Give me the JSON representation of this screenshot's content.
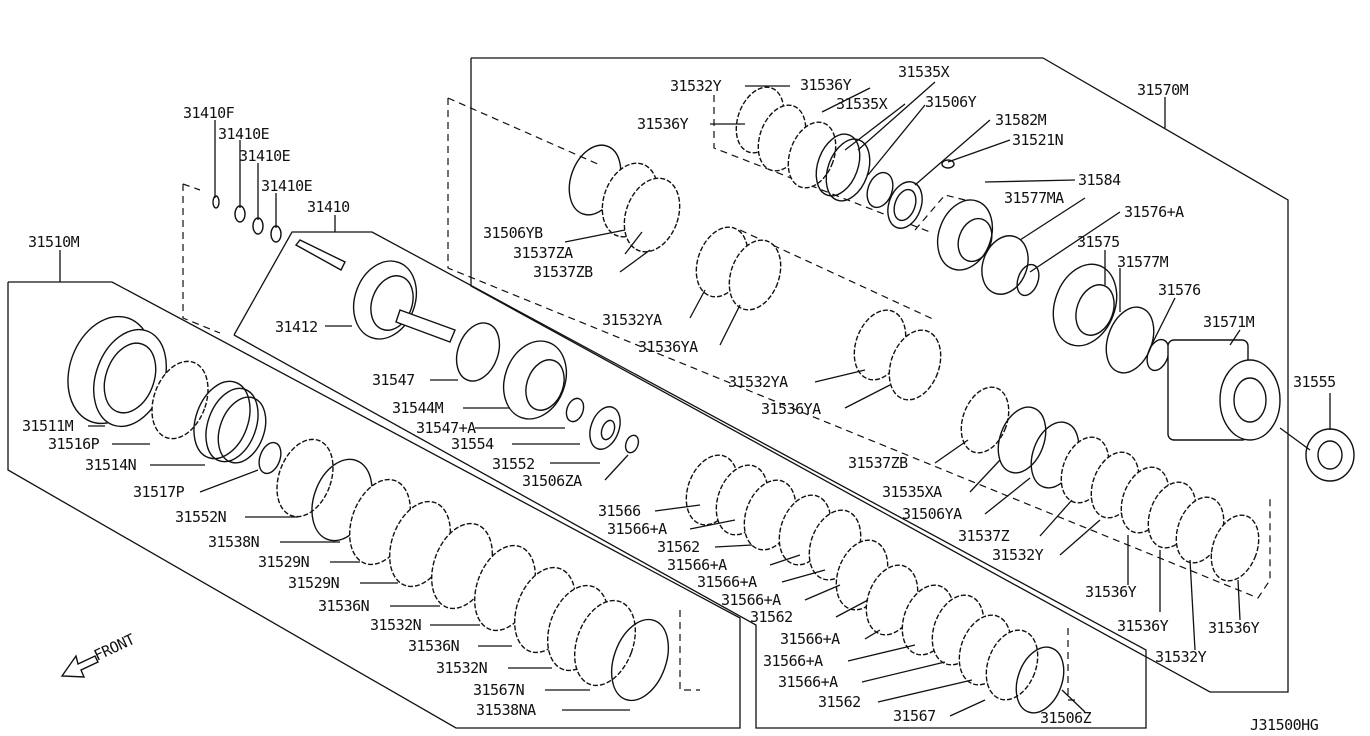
{
  "diagram": {
    "code": "J31500HG",
    "front_label": "FRONT",
    "groups": [
      {
        "label": "31510M"
      },
      {
        "label": "31410"
      },
      {
        "label": "31570M"
      }
    ],
    "labels": [
      "31410F",
      "31410E",
      "31410E",
      "31410E",
      "31410",
      "31510M",
      "31412",
      "31547",
      "31544M",
      "31547+A",
      "31554",
      "31552",
      "31506ZA",
      "31511M",
      "31516P",
      "31514N",
      "31517P",
      "31552N",
      "31538N",
      "31529N",
      "31529N",
      "31536N",
      "31532N",
      "31536N",
      "31532N",
      "31567N",
      "31538NA",
      "31532Y",
      "31536Y",
      "31535X",
      "31536Y",
      "31535X",
      "31506Y",
      "31582M",
      "31521N",
      "31570M",
      "31506YB",
      "31537ZA",
      "31537ZB",
      "31584",
      "31577MA",
      "31576+A",
      "31575",
      "31577M",
      "31576",
      "31571M",
      "31555",
      "31532YA",
      "31536YA",
      "31532YA",
      "31536YA",
      "31537ZB",
      "31535XA",
      "31506YA",
      "31537Z",
      "31532Y",
      "31536Y",
      "31536Y",
      "31536Y",
      "31532Y",
      "31566",
      "31566+A",
      "31562",
      "31566+A",
      "31566+A",
      "31566+A",
      "31562",
      "31566+A",
      "31566+A",
      "31566+A",
      "31562",
      "31567",
      "31506Z"
    ]
  }
}
